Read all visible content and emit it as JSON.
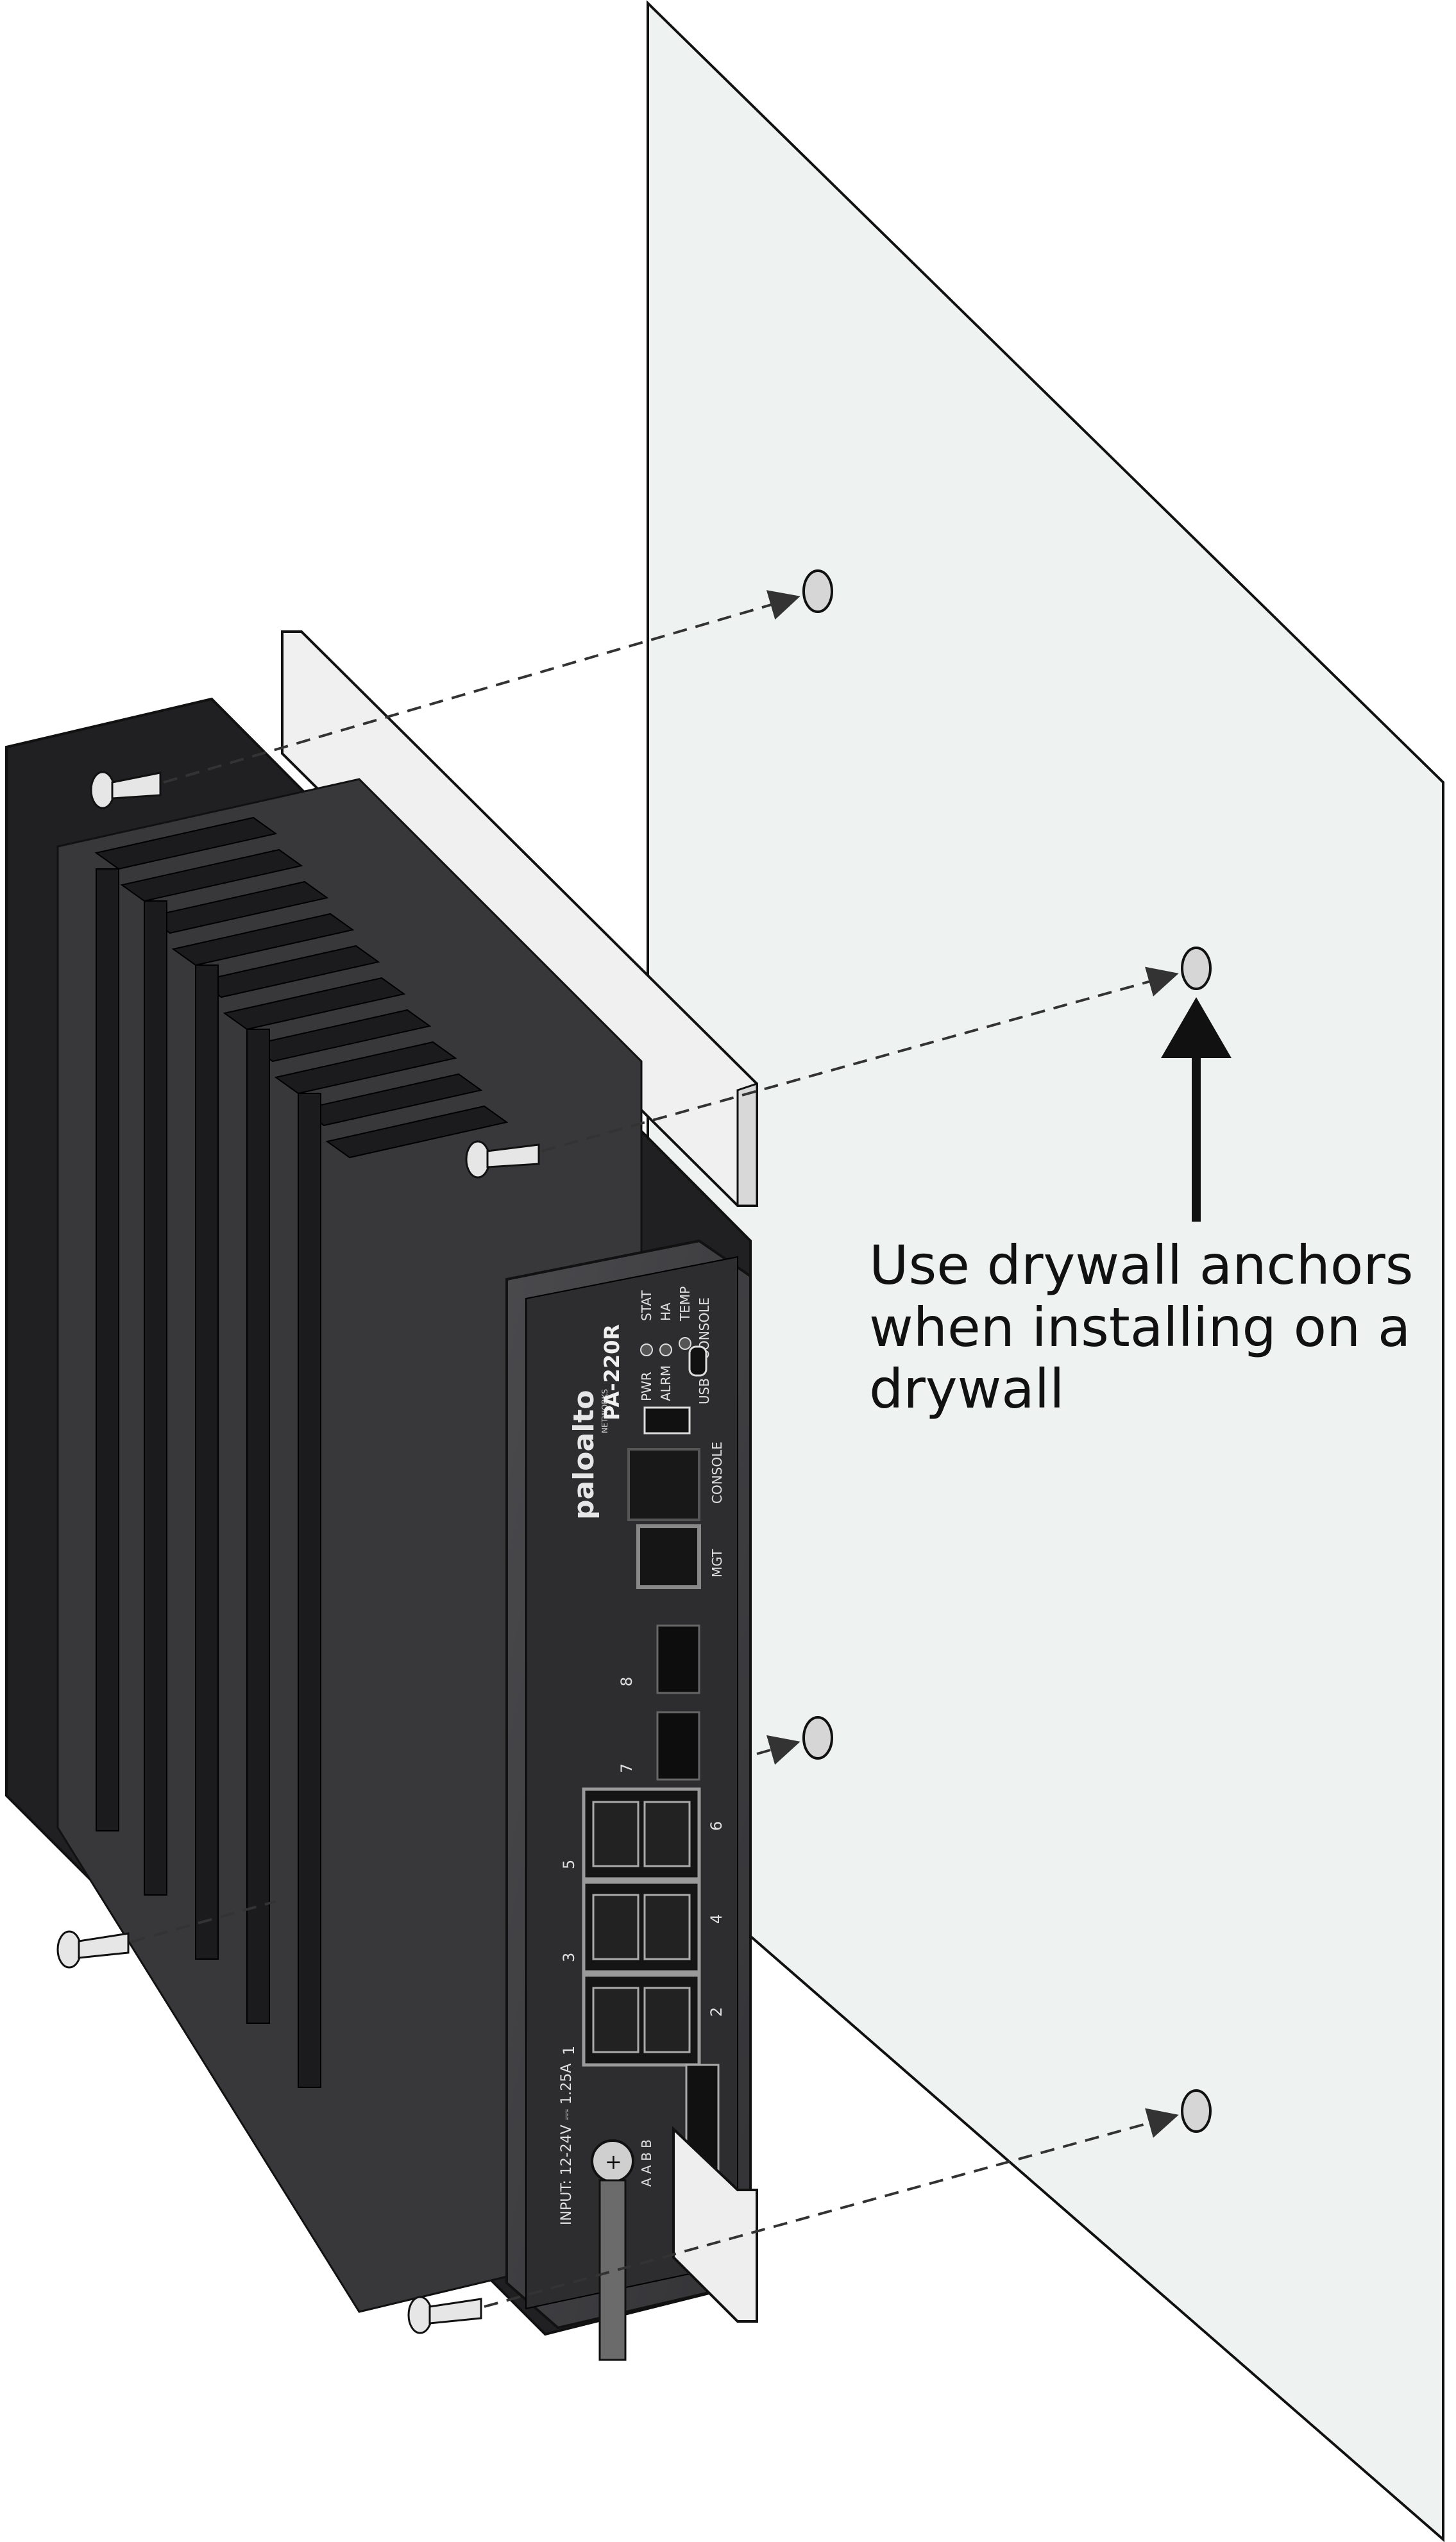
{
  "callout": {
    "text": "Use drywall anchors when installing on a drywall"
  },
  "device": {
    "brand": "paloalto",
    "brand_sub": "NETWORKS",
    "model": "PA-220R",
    "led_labels_left": [
      "PWR",
      "ALRM"
    ],
    "led_labels_right": [
      "STAT",
      "HA",
      "TEMP"
    ],
    "port_labels": {
      "usb": "USB",
      "console_top": "CONSOLE",
      "console": "CONSOLE",
      "mgt": "MGT",
      "sfp_top": "8",
      "sfp_bottom": "7",
      "rj45_pair_top_left": "5",
      "rj45_pair_top_right": "6",
      "rj45_pair_mid_left": "3",
      "rj45_pair_mid_right": "4",
      "rj45_pair_bottom_left": "1",
      "rj45_pair_bottom_right": "2"
    },
    "power_label": "INPUT: 12-24V ⎓ 1.25A",
    "terminal_labels": "A A B B"
  },
  "colors": {
    "device_body": "#2f2f31",
    "device_face": "#3f3f42",
    "fin": "#1d1d1f",
    "wall": "#eef3f2",
    "bracket": "#eeeeee",
    "outline": "#111111",
    "arrow": "#111111"
  }
}
